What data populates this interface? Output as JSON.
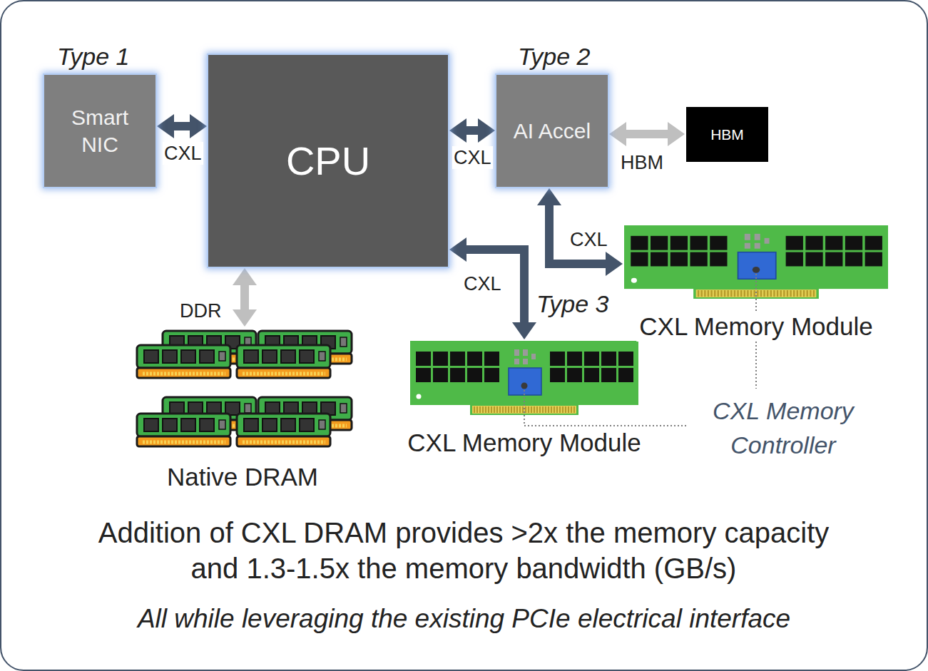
{
  "diagram": {
    "caption": "Addition of CXL DRAM provides >2x the memory capacity and 1.3-1.5x the memory bandwidth (GB/s)",
    "nodes": [
      {
        "text": [
          "Type 1",
          "Smart NIC"
        ]
      },
      {
        "text": [
          "CPU"
        ]
      },
      {
        "text": [
          "Type 2",
          "AI Accel"
        ]
      },
      {
        "text": [
          "HBM"
        ]
      },
      {
        "text": [
          "CXL Memory Module"
        ]
      },
      {
        "text": [
          "CXL Memory Module"
        ]
      },
      {
        "text": [
          "Native DRAM"
        ]
      }
    ],
    "edges": [
      {
        "from": 0,
        "to": 1,
        "label": "CXL",
        "arrow": "both"
      },
      {
        "from": 1,
        "to": 2,
        "label": "CXL",
        "arrow": "both"
      },
      {
        "from": 2,
        "to": 3,
        "label": "HBM",
        "arrow": "both"
      },
      {
        "from": 2,
        "to": 4,
        "label": "CXL",
        "arrow": "both"
      },
      {
        "from": 1,
        "to": 5,
        "label": "CXL",
        "arrow": "both"
      },
      {
        "from": 1,
        "to": 6,
        "label": "DDR",
        "arrow": "both"
      }
    ],
    "labels": [
      "Type 3",
      "CXL Memory Controller",
      "All while leveraging the existing PCIe electrical interface"
    ]
  }
}
